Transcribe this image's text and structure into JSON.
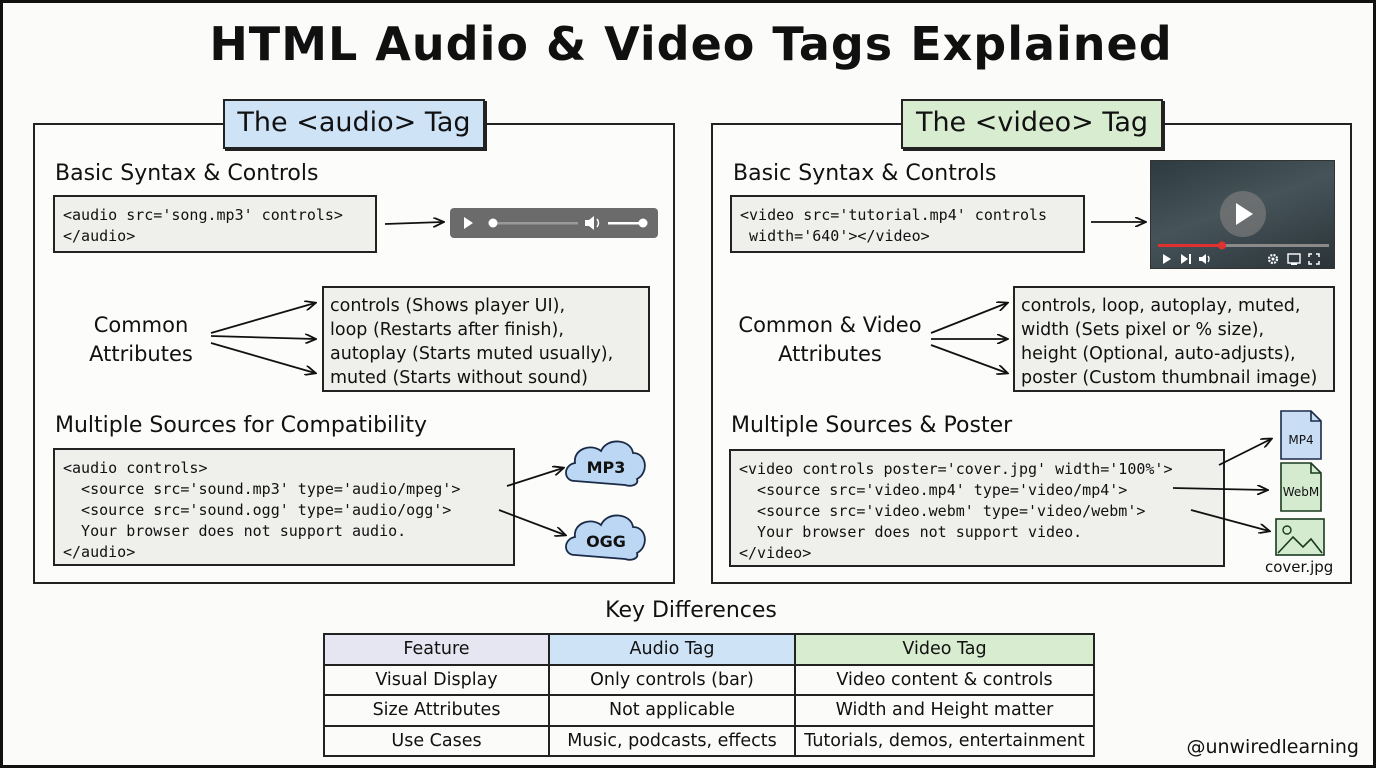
{
  "title": "HTML Audio & Video Tags Explained",
  "audio_panel": {
    "tag_title": "The <audio> Tag",
    "basic_heading": "Basic Syntax & Controls",
    "basic_code": [
      "<audio src='song.mp3' controls>",
      "</audio>"
    ],
    "attributes_label": "Common\nAttributes",
    "attributes": [
      "controls (Shows player UI),",
      "loop (Restarts after finish),",
      "autoplay (Starts muted usually),",
      "muted (Starts without sound)"
    ],
    "sources_heading": "Multiple Sources for Compatibility",
    "sources_code": [
      "<audio controls>",
      "  <source src='sound.mp3' type='audio/mpeg'>",
      "  <source src='sound.ogg' type='audio/ogg'>",
      "  Your browser does not support audio.",
      "</audio>"
    ],
    "cloud_labels": [
      "MP3",
      "OGG"
    ]
  },
  "video_panel": {
    "tag_title": "The <video> Tag",
    "basic_heading": "Basic Syntax & Controls",
    "basic_code": [
      "<video src='tutorial.mp4' controls",
      " width='640'></video>"
    ],
    "attributes_label": "Common & Video\nAttributes",
    "attributes": [
      "controls, loop, autoplay, muted,",
      "width (Sets pixel or % size),",
      "height (Optional, auto-adjusts),",
      "poster (Custom thumbnail image)"
    ],
    "sources_heading": "Multiple Sources & Poster",
    "sources_code": [
      "<video controls poster='cover.jpg' width='100%'>",
      "  <source src='video.mp4' type='video/mp4'>",
      "  <source src='video.webm' type='video/webm'>",
      "  Your browser does not support video.",
      "</video>"
    ],
    "file_labels": [
      "MP4",
      "WebM"
    ],
    "image_caption": "cover.jpg"
  },
  "key_differences": {
    "heading": "Key Differences",
    "headers": [
      "Feature",
      "Audio Tag",
      "Video Tag"
    ],
    "rows": [
      [
        "Visual Display",
        "Only controls (bar)",
        "Video content & controls"
      ],
      [
        "Size Attributes",
        "Not applicable",
        "Width and Height matter"
      ],
      [
        "Use Cases",
        "Music, podcasts, effects",
        "Tutorials, demos, entertainment"
      ]
    ]
  },
  "watermark": "@unwiredlearning",
  "colors": {
    "audio_accent": "#cfe3f7",
    "video_accent": "#d8eccf",
    "feature_header": "#e6e6f2",
    "cloud_fill": "#bcd7f3",
    "file_fill": "#d4ebd0",
    "progress_red": "#e03030"
  },
  "icons": {
    "audio_player": [
      "play-icon",
      "volume-icon"
    ],
    "video_player": [
      "play-icon",
      "next-icon",
      "volume-icon",
      "settings-icon",
      "cast-icon",
      "fullscreen-icon"
    ]
  }
}
